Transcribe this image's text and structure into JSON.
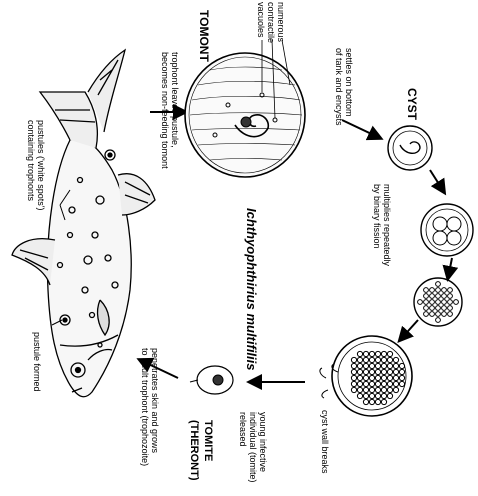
{
  "diagram": {
    "species_name": "Ichthyophthirius multifiliis",
    "stages": {
      "tomont": "TOMONT",
      "cyst": "CYST",
      "tomite": "TOMITE",
      "theront": "(THERONT)"
    },
    "labels": {
      "numerous_vacuoles": [
        "numerous",
        "contractile",
        "vacuoles"
      ],
      "trophont_leaves": [
        "trophont leaves pustule,",
        "becomes non-feeding tomont"
      ],
      "settles": [
        "settles on bottom",
        "of tank and encysts"
      ],
      "multiplies": [
        "multiplies repeatedly",
        "by binary fission"
      ],
      "cyst_wall_breaks": "cyst wall breaks",
      "young_infective": [
        "young infective",
        "individual (tomite)",
        "released"
      ],
      "penetrates": [
        "penetrates skin and grows",
        "to adult trophont (trophozoite)"
      ],
      "pustule_formed": "pustule formed",
      "pustules": [
        "pustules ('white spots')",
        "containing trophonts"
      ]
    }
  }
}
